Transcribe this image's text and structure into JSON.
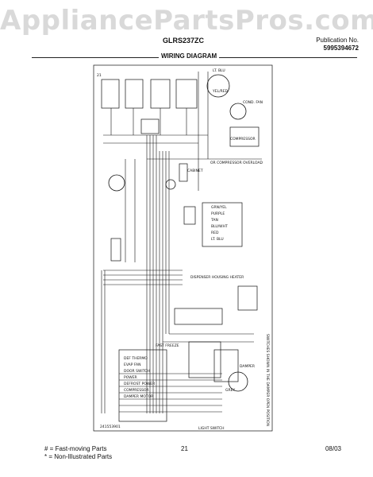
{
  "header": {
    "watermark": "AppliancePartsPros.com",
    "model": "GLRS237ZC",
    "publication_label": "Publication No.",
    "publication_number": "5995394672",
    "diagram_title": "WIRING DIAGRAM"
  },
  "diagram": {
    "code": "21",
    "labels": {
      "lt_blu": "LT. BLU",
      "yel_red": "YEL/RED",
      "cond_fan": "COND. FAN",
      "compressor": "COMPRESSOR",
      "compressor_overload": "OR COMPRESSOR OVERLOAD",
      "cabinet": "CABINET",
      "grn_yel": "GRN/YEL",
      "purple": "PURPLE",
      "tan": "TAN",
      "blu_wht": "BLU/WHT",
      "red": "RED",
      "lt_blu2": "LT. BLU",
      "dispenser_heater": "DISPENSER HOUSING HEATER",
      "fast_freeze": "FAST FREEZE",
      "def_thermo": "DEF THERMO",
      "evap_fan": "EVAP FAN",
      "door_switch": "DOOR SWITCH",
      "power": "POWER",
      "defrost_power": "DEFROST POWER",
      "compressor2": "COMPRESSOR",
      "damper_motor": "DAMPER MOTOR",
      "damper": "DAMPER",
      "grey": "GREY",
      "switches_note": "SWITCHES SHOWN IN THE DAMPER OPEN POSITION",
      "light_switch": "LIGHT SWITCH",
      "part_number": "241553901"
    }
  },
  "footer": {
    "legend_1": "# = Fast-moving Parts",
    "legend_2": "* = Non-Illustrated Parts",
    "page": "21",
    "date": "08/03"
  }
}
